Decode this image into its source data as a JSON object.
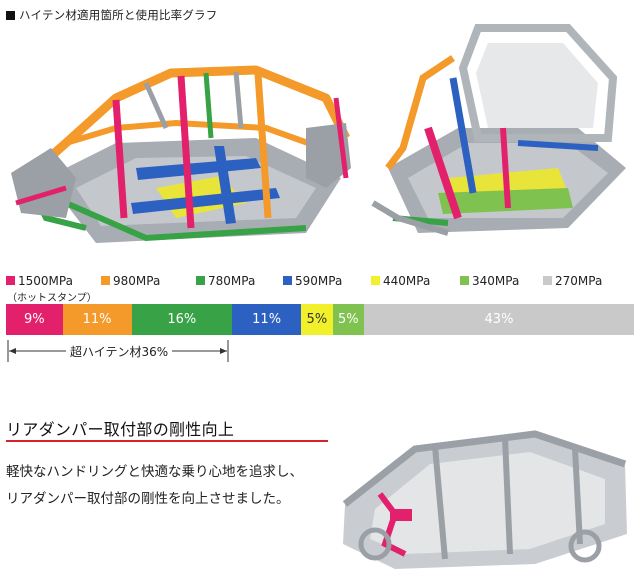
{
  "title": "ハイテン材適用箇所と使用比率グラフ",
  "legend": [
    {
      "label": "1500MPa",
      "sub": "（ホットスタンプ）",
      "color": "#e2206b"
    },
    {
      "label": "980MPa",
      "sub": "",
      "color": "#f39a2a"
    },
    {
      "label": "780MPa",
      "sub": "",
      "color": "#38a246"
    },
    {
      "label": "590MPa",
      "sub": "",
      "color": "#2c61c2"
    },
    {
      "label": "440MPa",
      "sub": "",
      "color": "#f2f02a"
    },
    {
      "label": "340MPa",
      "sub": "",
      "color": "#7fc24f"
    },
    {
      "label": "270MPa",
      "sub": "",
      "color": "#c9c9c9"
    }
  ],
  "chart_data": {
    "type": "bar",
    "categories": [
      "1500MPa",
      "980MPa",
      "780MPa",
      "590MPa",
      "440MPa",
      "340MPa",
      "270MPa"
    ],
    "values": [
      9,
      11,
      16,
      11,
      5,
      5,
      43
    ],
    "value_labels": [
      "9%",
      "11%",
      "16%",
      "11%",
      "5%",
      "5%",
      "43%"
    ],
    "bracket_label": "超ハイテン材36%"
  },
  "section": {
    "heading": "リアダンパー取付部の剛性向上",
    "lines": [
      "軽快なハンドリングと快適な乗り心地を追求し、",
      "リアダンパー取付部の剛性を向上させました。"
    ]
  }
}
